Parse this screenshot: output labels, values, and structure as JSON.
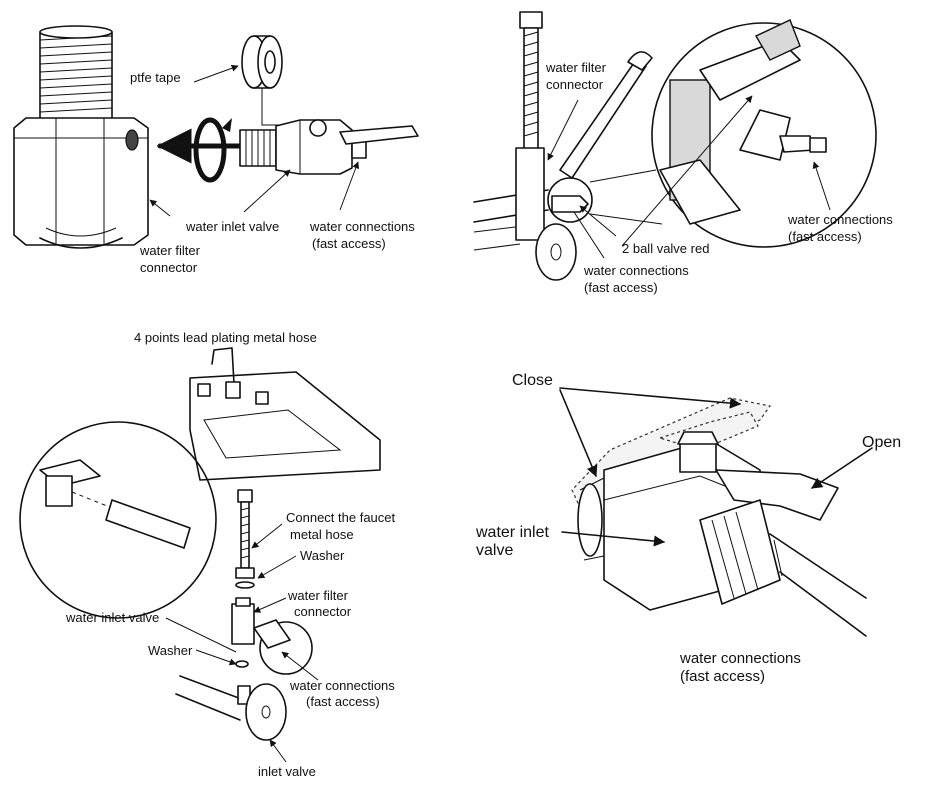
{
  "panels": {
    "top_left": {
      "labels": {
        "ptfe_tape": "ptfe tape",
        "water_inlet_valve": "water inlet valve",
        "water_connections": "water connections",
        "fast_access": "(fast access)",
        "water_filter": "water filter",
        "connector": "connector"
      }
    },
    "top_right": {
      "labels": {
        "water_filter": "water filter",
        "connector": "connector",
        "ball_valve_red": "2 ball valve red",
        "water_connections": "water connections",
        "fast_access": "(fast access)",
        "zoom_water_connections": "water connections",
        "zoom_fast_access": "(fast access)"
      }
    },
    "bottom_left": {
      "labels": {
        "title": "4 points lead plating metal hose",
        "connect_faucet": "Connect the faucet",
        "metal_hose": "metal hose",
        "washer_top": "Washer",
        "water_filter": "water filter",
        "connector": "connector",
        "water_inlet_valve": "water inlet valve",
        "washer_left": "Washer",
        "water_connections": "water connections",
        "fast_access": "(fast access)",
        "inlet_valve": "inlet valve"
      }
    },
    "bottom_right": {
      "labels": {
        "close": "Close",
        "open": "Open",
        "water_inlet": "water inlet",
        "valve": "valve",
        "water_connections": "water connections",
        "fast_access": "(fast access)"
      }
    }
  }
}
